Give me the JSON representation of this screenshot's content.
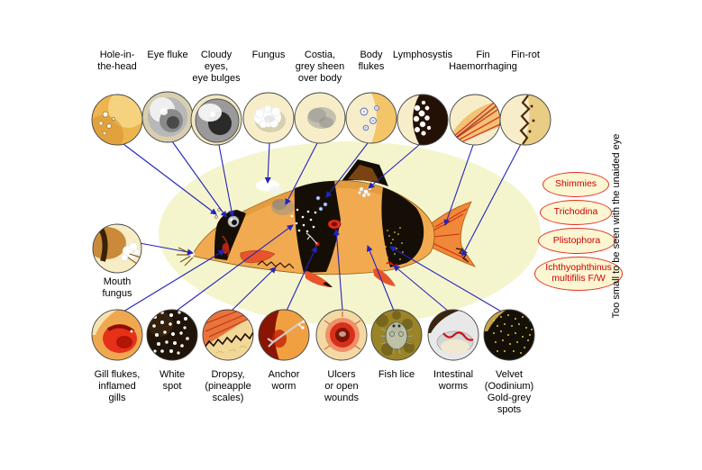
{
  "diagram": {
    "subject": "clown loach disease chart",
    "colors": {
      "arrow": "#2424bc",
      "oval_border": "#e03020",
      "oval_text": "#cc0000",
      "background_ellipse": "#f5f5cd",
      "label_text": "#000000"
    }
  },
  "top_row": [
    {
      "id": "hole-in-the-head",
      "label": "Hole-in-\nthe-head"
    },
    {
      "id": "eye-fluke",
      "label": "Eye fluke"
    },
    {
      "id": "cloudy-eyes",
      "label": "Cloudy\neyes,\neye bulges"
    },
    {
      "id": "fungus",
      "label": "Fungus"
    },
    {
      "id": "costia",
      "label": "Costia,\ngrey sheen\nover body"
    },
    {
      "id": "body-flukes",
      "label": "Body\nflukes"
    },
    {
      "id": "lymphosystis",
      "label": "Lymphosystis"
    },
    {
      "id": "fin-haemorrhaging",
      "label": "Fin\nHaemorrhaging"
    },
    {
      "id": "fin-rot",
      "label": "Fin-rot"
    }
  ],
  "left_item": {
    "id": "mouth-fungus",
    "label": "Mouth\nfungus"
  },
  "bottom_row": [
    {
      "id": "gill-flukes",
      "label": "Gill flukes,\ninflamed\ngills"
    },
    {
      "id": "white-spot",
      "label": "White\nspot"
    },
    {
      "id": "dropsy",
      "label": "Dropsy,\n(pineapple\nscales)"
    },
    {
      "id": "anchor-worm",
      "label": "Anchor\nworm"
    },
    {
      "id": "ulcers",
      "label": "Ulcers\nor open\nwounds"
    },
    {
      "id": "fish-lice",
      "label": "Fish lice"
    },
    {
      "id": "intestinal-worms",
      "label": "Intestinal\nworms"
    },
    {
      "id": "velvet",
      "label": "Velvet\n(Oodinium)\nGold-grey\nspots"
    }
  ],
  "microscopic": {
    "items": [
      "Shimmies",
      "Trichodina",
      "Plistophora",
      "Ichthyophthinus\nmultifilis F/W"
    ],
    "note": "Too small to be seen with the unaided eye"
  }
}
